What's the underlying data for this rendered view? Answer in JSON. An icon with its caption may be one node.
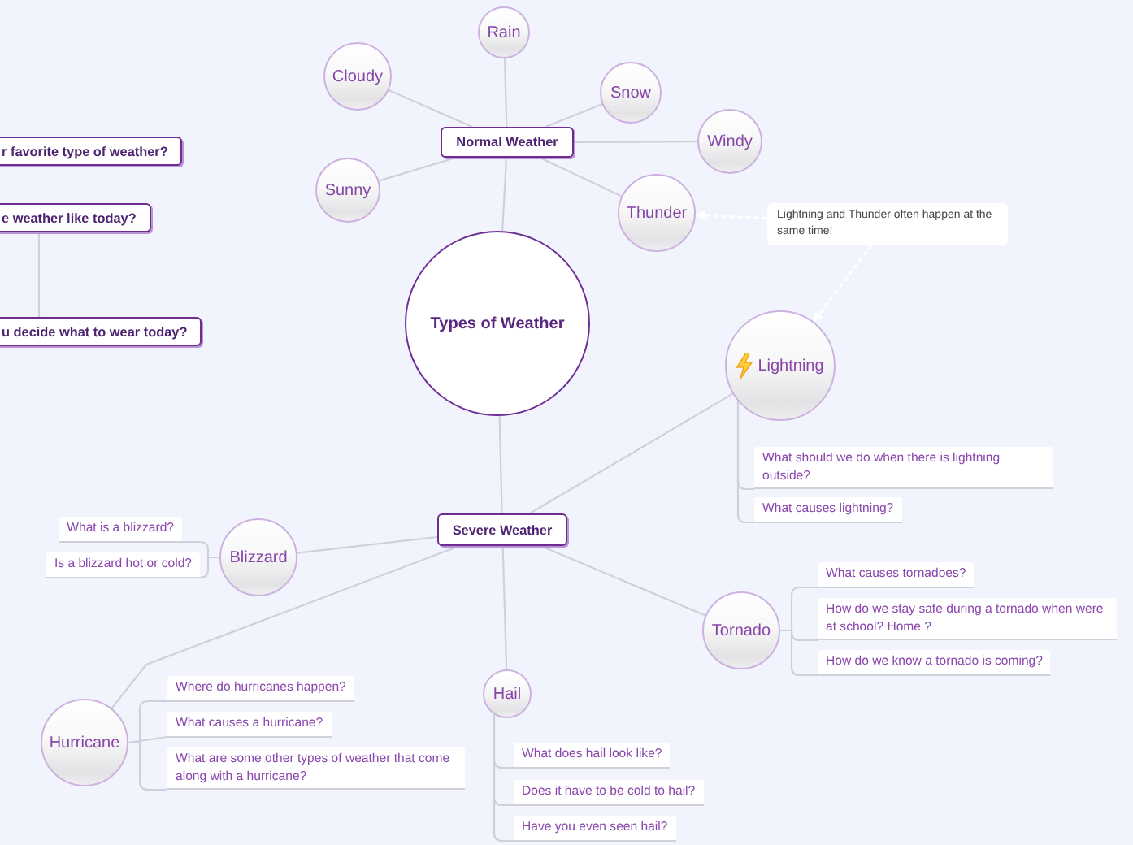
{
  "diagram": {
    "nodes": [
      {
        "text": [
          "Types of Weather"
        ]
      },
      {
        "text": [
          "Normal Weather"
        ]
      },
      {
        "text": [
          "Rain"
        ]
      },
      {
        "text": [
          "Cloudy"
        ]
      },
      {
        "text": [
          "Snow"
        ]
      },
      {
        "text": [
          "Windy"
        ]
      },
      {
        "text": [
          "Sunny"
        ]
      },
      {
        "text": [
          "Thunder"
        ]
      },
      {
        "text": [
          "Lightning and Thunder often happen at the same time!"
        ]
      },
      {
        "text": [
          "Lightning"
        ]
      },
      {
        "text": [
          "What should we do when there is lightning outside?"
        ]
      },
      {
        "text": [
          "What causes lightning?"
        ]
      },
      {
        "text": [
          "Severe Weather"
        ]
      },
      {
        "text": [
          "Blizzard"
        ]
      },
      {
        "text": [
          "What is a blizzard?"
        ]
      },
      {
        "text": [
          "Is a blizzard hot or cold?"
        ]
      },
      {
        "text": [
          "Tornado"
        ]
      },
      {
        "text": [
          "What causes tornadoes?"
        ]
      },
      {
        "text": [
          "How do we stay safe during a tornado when were at school? Home ?"
        ]
      },
      {
        "text": [
          "How do we know a tornado is coming?"
        ]
      },
      {
        "text": [
          "Hail"
        ]
      },
      {
        "text": [
          "What does hail look like?"
        ]
      },
      {
        "text": [
          "Does it have to be cold to hail?"
        ]
      },
      {
        "text": [
          "Have you even seen hail?"
        ]
      },
      {
        "text": [
          "Hurricane"
        ]
      },
      {
        "text": [
          "Where do hurricanes happen?"
        ]
      },
      {
        "text": [
          "What causes a hurricane?"
        ]
      },
      {
        "text": [
          "What are some other types of weather that come along with a hurricane?"
        ]
      },
      {
        "text": [
          "r favorite type of weather?"
        ]
      },
      {
        "text": [
          "e weather like today?"
        ]
      },
      {
        "text": [
          "u decide what to wear today?"
        ]
      }
    ],
    "edges": [
      {
        "from": 0,
        "to": 1,
        "arrow": "none"
      },
      {
        "from": 1,
        "to": 2,
        "arrow": "none"
      },
      {
        "from": 1,
        "to": 3,
        "arrow": "none"
      },
      {
        "from": 1,
        "to": 4,
        "arrow": "none"
      },
      {
        "from": 1,
        "to": 5,
        "arrow": "none"
      },
      {
        "from": 1,
        "to": 6,
        "arrow": "none"
      },
      {
        "from": 1,
        "to": 7,
        "arrow": "none"
      },
      {
        "from": 8,
        "to": 7,
        "arrow": "to",
        "style": "dashed",
        "color": "#ffffff"
      },
      {
        "from": 8,
        "to": 9,
        "arrow": "to",
        "style": "dashed",
        "color": "#ffffff"
      },
      {
        "from": 0,
        "to": 12,
        "arrow": "none"
      },
      {
        "from": 12,
        "to": 9,
        "arrow": "none"
      },
      {
        "from": 9,
        "to": 10,
        "arrow": "none"
      },
      {
        "from": 9,
        "to": 11,
        "arrow": "none"
      },
      {
        "from": 12,
        "to": 13,
        "arrow": "none"
      },
      {
        "from": 13,
        "to": 14,
        "arrow": "none"
      },
      {
        "from": 13,
        "to": 15,
        "arrow": "none"
      },
      {
        "from": 12,
        "to": 16,
        "arrow": "none"
      },
      {
        "from": 16,
        "to": 17,
        "arrow": "none"
      },
      {
        "from": 16,
        "to": 18,
        "arrow": "none"
      },
      {
        "from": 16,
        "to": 19,
        "arrow": "none"
      },
      {
        "from": 12,
        "to": 20,
        "arrow": "none"
      },
      {
        "from": 20,
        "to": 21,
        "arrow": "none"
      },
      {
        "from": 20,
        "to": 22,
        "arrow": "none"
      },
      {
        "from": 20,
        "to": 23,
        "arrow": "none"
      },
      {
        "from": 12,
        "to": 24,
        "arrow": "none"
      },
      {
        "from": 24,
        "to": 25,
        "arrow": "none"
      },
      {
        "from": 24,
        "to": 26,
        "arrow": "none"
      },
      {
        "from": 24,
        "to": 27,
        "arrow": "none"
      },
      {
        "from": 29,
        "to": 30,
        "arrow": "none"
      }
    ]
  }
}
